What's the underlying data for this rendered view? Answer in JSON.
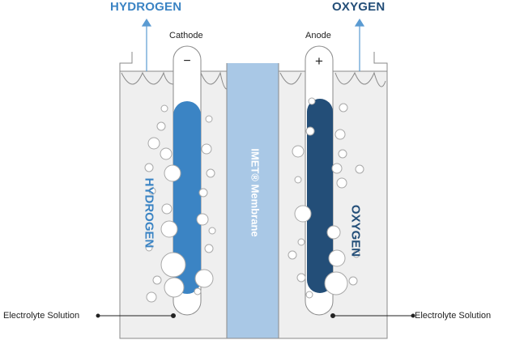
{
  "gases": {
    "hydrogen_top": "HYDROGEN",
    "oxygen_top": "OXYGEN",
    "hydrogen_side": "HYDROGEN",
    "oxygen_side": "OXYGEN"
  },
  "electrodes": {
    "cathode": "Cathode",
    "anode": "Anode",
    "cathode_sign": "−",
    "anode_sign": "+"
  },
  "membrane": {
    "label": "IMET® Membrane"
  },
  "solution": {
    "left": "Electrolyte Solution",
    "right": "Electrolyte Solution"
  },
  "colors": {
    "hydrogen": "#3b84c4",
    "oxygen": "#234e78",
    "membrane": "#a9c8e6",
    "electrolyte": "#efefef",
    "outline": "#8a8a8a"
  }
}
